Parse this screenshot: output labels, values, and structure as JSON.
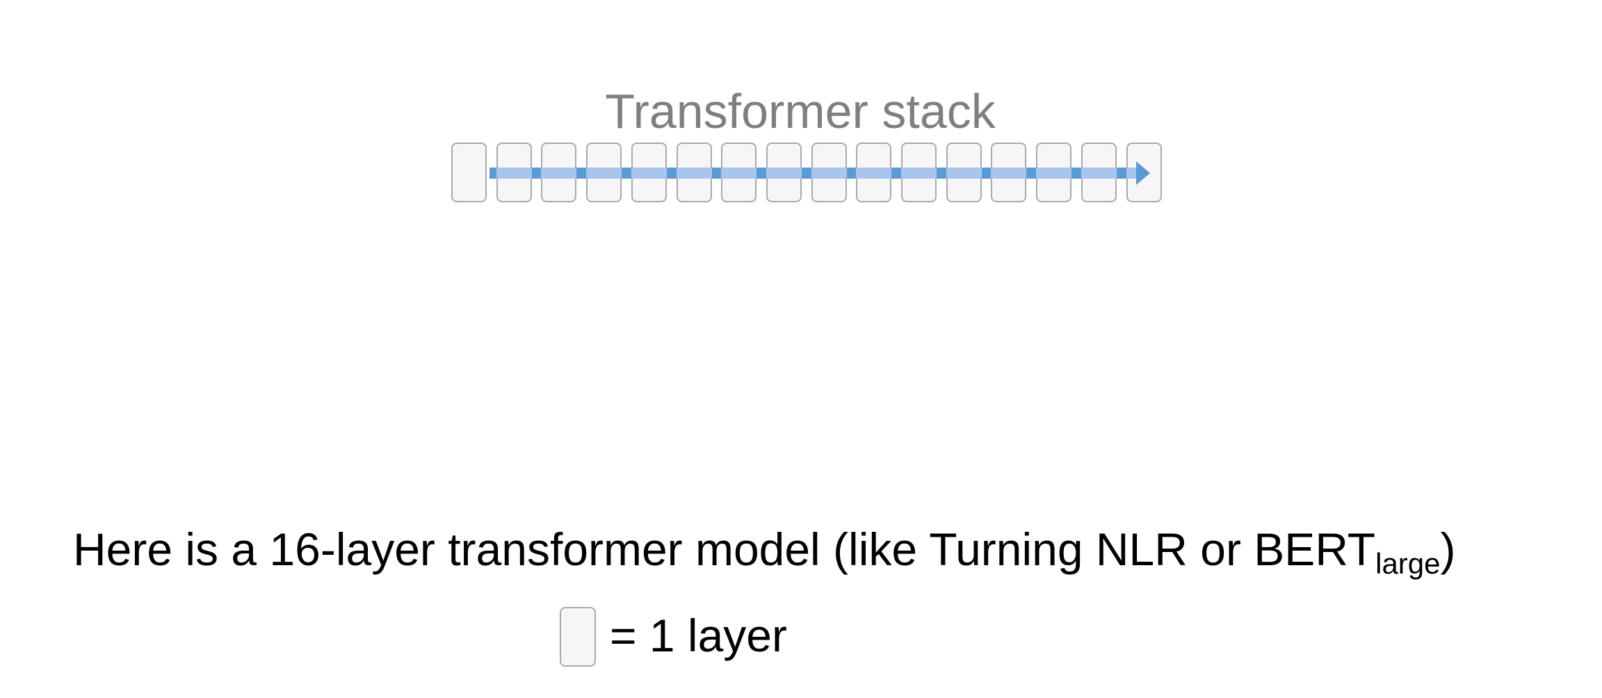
{
  "diagram": {
    "title": "Transformer stack",
    "layer_count": 16,
    "caption": {
      "main": "Here is a 16-layer transformer model (like Turning NLR or BERT",
      "subscript": "large",
      "suffix": ")"
    },
    "legend": {
      "text": "= 1 layer"
    },
    "colors": {
      "layer_fill": "#f6f6f6",
      "layer_border": "#a9a9a9",
      "arrow_fill": "#a9c6ea",
      "arrow_dark": "#5b9bd5",
      "title_color": "#7f7f7f"
    }
  }
}
